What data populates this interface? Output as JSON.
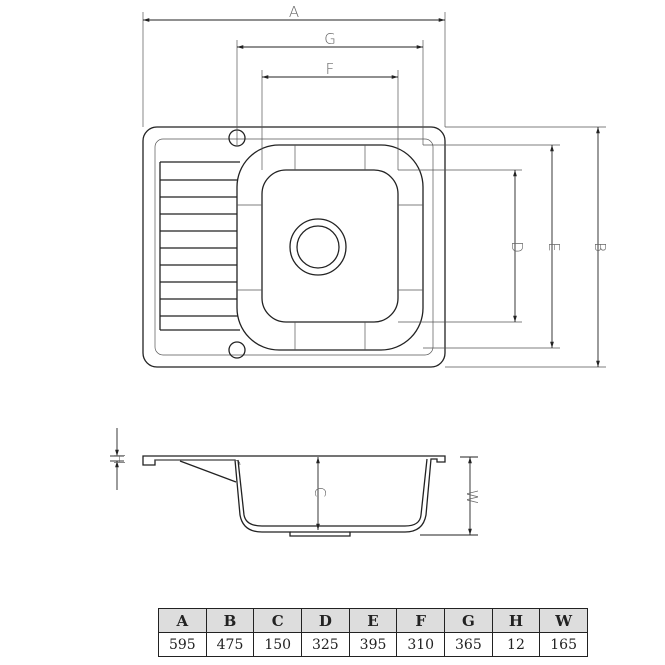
{
  "dimension_labels": {
    "A": "A",
    "B": "B",
    "C": "C",
    "D": "D",
    "E": "E",
    "F": "F",
    "G": "G",
    "H": "H",
    "W": "W"
  },
  "table": {
    "headers": [
      "A",
      "B",
      "C",
      "D",
      "E",
      "F",
      "G",
      "H",
      "W"
    ],
    "values": [
      "595",
      "475",
      "150",
      "325",
      "395",
      "310",
      "365",
      "12",
      "165"
    ]
  }
}
